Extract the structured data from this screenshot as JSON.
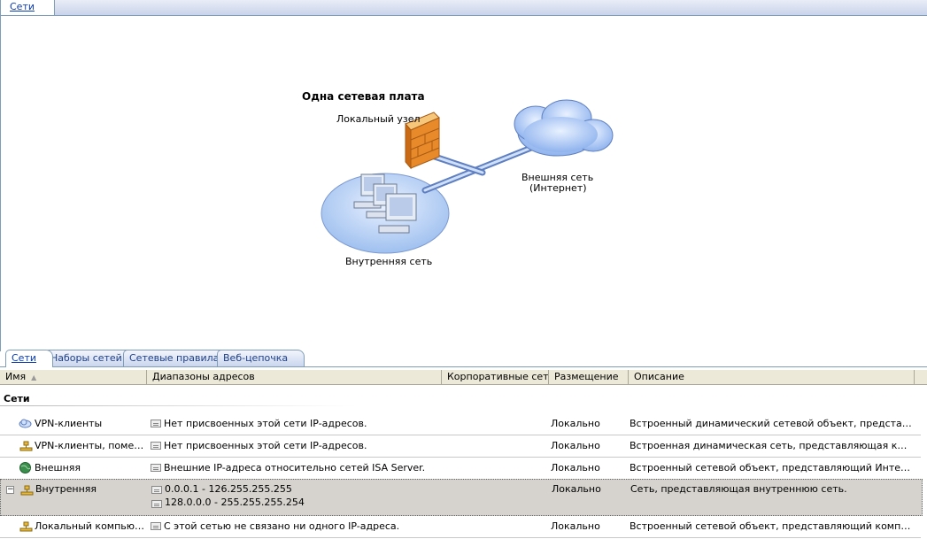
{
  "top_tab": "Сети",
  "diagram": {
    "title": "Одна сетевая плата",
    "local_host": "Локальный узел",
    "external_line1": "Внешняя сеть",
    "external_line2": "(Интернет)",
    "internal": "Внутренняя сеть"
  },
  "bottom_tabs": [
    "Сети",
    "Наборы сетей",
    "Сетевые правила",
    "Веб-цепочка"
  ],
  "columns": [
    "Имя",
    "Диапазоны адресов",
    "Корпоративные сети",
    "Размещение",
    "Описание"
  ],
  "group": "Сети",
  "rows": [
    {
      "name": "VPN-клиенты",
      "icon": "cloud-icon",
      "addresses": [
        "Нет присвоенных этой сети IP-адресов."
      ],
      "placement": "Локально",
      "description": "Встроенный динамический сетевой объект, представляющ..."
    },
    {
      "name": "VPN-клиенты, помеще...",
      "icon": "network-icon",
      "addresses": [
        "Нет присвоенных этой сети IP-адресов."
      ],
      "placement": "Локально",
      "description": "Встроенная динамическая сеть, представляющая клиентск..."
    },
    {
      "name": "Внешняя",
      "icon": "globe-icon",
      "addresses": [
        "Внешние IP-адреса  относительно сетей ISA Server."
      ],
      "placement": "Локально",
      "description": "Встроенный сетевой объект, представляющий Интернет."
    },
    {
      "name": "Внутренняя",
      "icon": "network-icon",
      "addresses": [
        "0.0.0.1 - 126.255.255.255",
        "128.0.0.0 - 255.255.255.254"
      ],
      "placement": "Локально",
      "description": "Сеть, представляющая внутреннюю сеть."
    },
    {
      "name": "Локальный компьютер",
      "icon": "network-icon",
      "addresses": [
        "С этой сетью не связано ни одного IP-адреса."
      ],
      "placement": "Локально",
      "description": "Встроенный сетевой объект, представляющий компьютер ..."
    }
  ],
  "expander_symbol": "−"
}
